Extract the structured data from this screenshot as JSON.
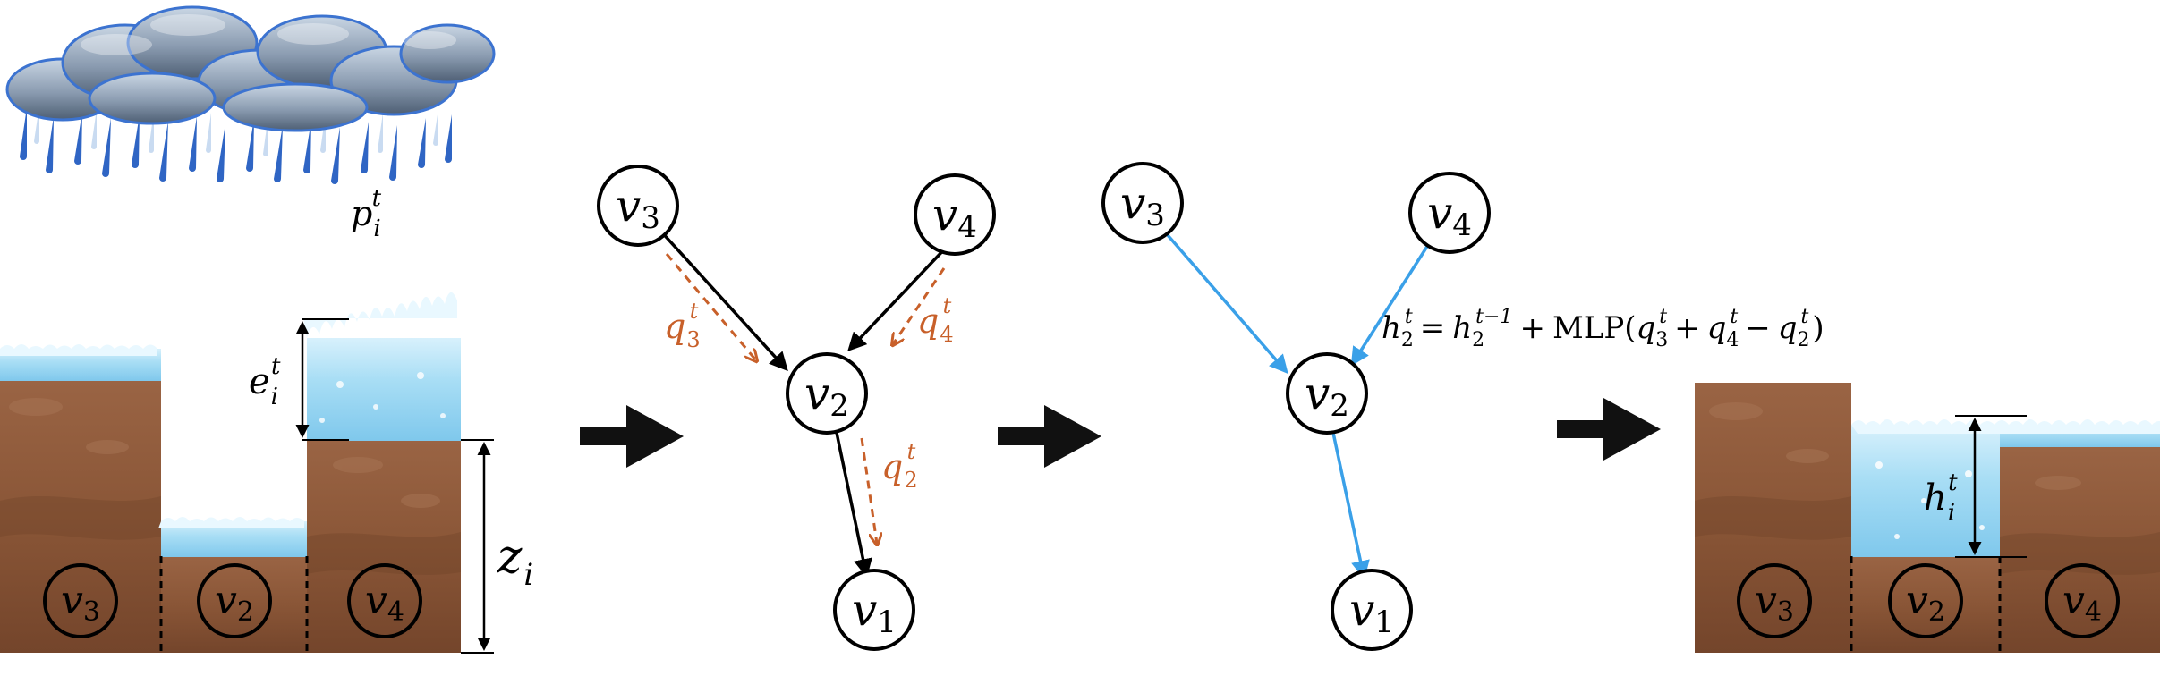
{
  "colors": {
    "flow_arrow": "#c8602a",
    "update_arrow": "#3aa0e8",
    "graph_edge": "#000000",
    "soil": "#8f5b3c",
    "water": "#9fd8f3",
    "cloud": "#7b8fa8",
    "rain": "#2d5fb8"
  },
  "panel1": {
    "rain_label": {
      "var": "p",
      "sub": "i",
      "sup": "t"
    },
    "elevation_label": {
      "var": "e",
      "sub": "i",
      "sup": "t"
    },
    "terrain_label": {
      "var": "z",
      "sub": "i"
    },
    "cells": [
      {
        "var": "v",
        "sub": "3"
      },
      {
        "var": "v",
        "sub": "2"
      },
      {
        "var": "v",
        "sub": "4"
      }
    ]
  },
  "panel2": {
    "nodes": [
      {
        "id": "v3",
        "var": "v",
        "sub": "3"
      },
      {
        "id": "v4",
        "var": "v",
        "sub": "4"
      },
      {
        "id": "v2",
        "var": "v",
        "sub": "2"
      },
      {
        "id": "v1",
        "var": "v",
        "sub": "1"
      }
    ],
    "flow_labels": [
      {
        "var": "q",
        "sub": "3",
        "sup": "t"
      },
      {
        "var": "q",
        "sub": "4",
        "sup": "t"
      },
      {
        "var": "q",
        "sub": "2",
        "sup": "t"
      }
    ]
  },
  "panel3": {
    "nodes": [
      {
        "id": "v3",
        "var": "v",
        "sub": "3"
      },
      {
        "id": "v4",
        "var": "v",
        "sub": "4"
      },
      {
        "id": "v2",
        "var": "v",
        "sub": "2"
      },
      {
        "id": "v1",
        "var": "v",
        "sub": "1"
      }
    ],
    "update_equation": {
      "lhs": {
        "var": "h",
        "sub": "2",
        "sup": "t"
      },
      "eq": "=",
      "prev": {
        "var": "h",
        "sub": "2",
        "sup": "t−1"
      },
      "plus": "+",
      "fn": "MLP",
      "open": "(",
      "t1": {
        "var": "q",
        "sub": "3",
        "sup": "t"
      },
      "op1": "+",
      "t2": {
        "var": "q",
        "sub": "4",
        "sup": "t"
      },
      "op2": "−",
      "t3": {
        "var": "q",
        "sub": "2",
        "sup": "t"
      },
      "close": ")"
    }
  },
  "panel4": {
    "depth_label": {
      "var": "h",
      "sub": "i",
      "sup": "t"
    },
    "cells": [
      {
        "var": "v",
        "sub": "3"
      },
      {
        "var": "v",
        "sub": "2"
      },
      {
        "var": "v",
        "sub": "4"
      }
    ]
  }
}
